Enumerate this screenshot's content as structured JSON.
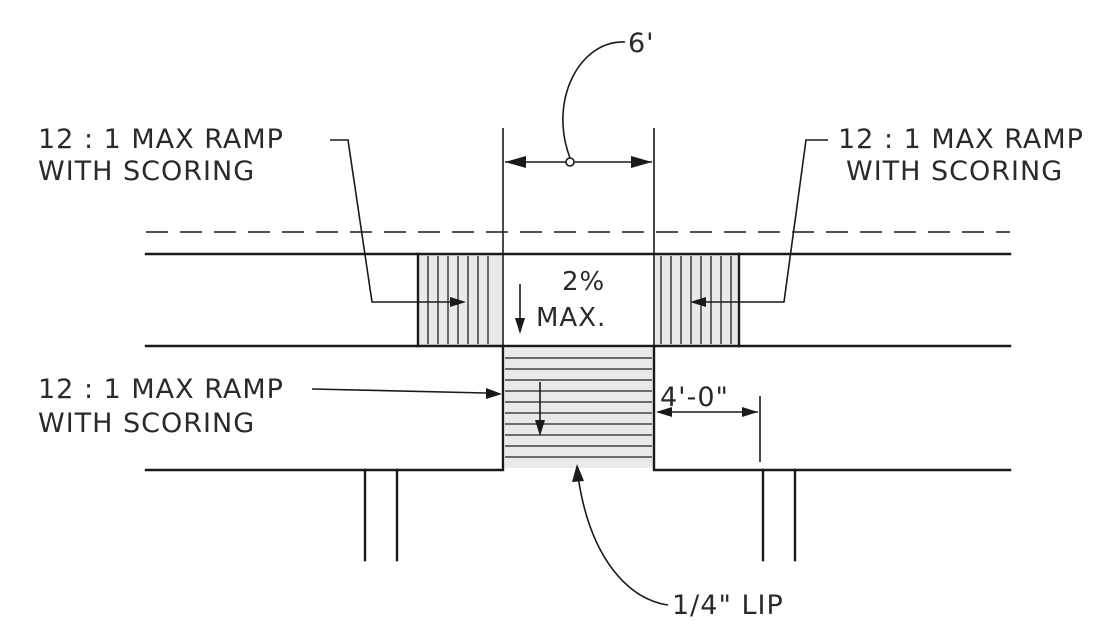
{
  "labels": {
    "ramp_upper_left": [
      "12 : 1 MAX RAMP",
      "WITH SCORING"
    ],
    "ramp_upper_right": [
      "12 : 1 MAX RAMP",
      "WITH SCORING"
    ],
    "ramp_lower_left": [
      "12 : 1 MAX RAMP",
      "WITH SCORING"
    ],
    "landing_slope": [
      "2%",
      "MAX."
    ],
    "width_dimension": "6'",
    "side_dimension": "4'-0\"",
    "lip": "1/4\" LIP"
  }
}
